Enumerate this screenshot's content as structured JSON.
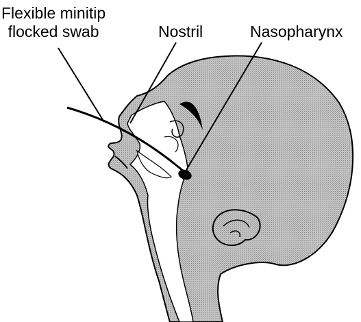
{
  "labels": {
    "swab_line1": "Flexible minitip",
    "swab_line2": "flocked swab",
    "nostril": "Nostril",
    "nasopharynx": "Nasopharynx"
  },
  "colors": {
    "head_fill": "#b8b8b8",
    "outline": "#000000",
    "cavity_fill": "#ffffff"
  }
}
